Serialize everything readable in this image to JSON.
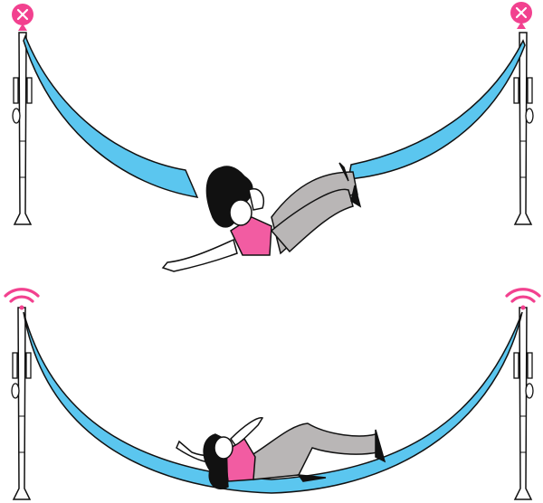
{
  "scenes": [
    {
      "id": "disconnected",
      "status_icon": "x-circle-icon",
      "hammock_state": "broken"
    },
    {
      "id": "connected",
      "status_icon": "wifi-icon",
      "hammock_state": "intact"
    }
  ],
  "colors": {
    "background": "#ffffff",
    "hammock": "#5bc6ef",
    "accent_pink": "#f2418f",
    "shirt": "#f25ca2",
    "pants": "#b9b6b6",
    "hair": "#111111",
    "skin": "#ffffff",
    "outline": "#111111"
  }
}
